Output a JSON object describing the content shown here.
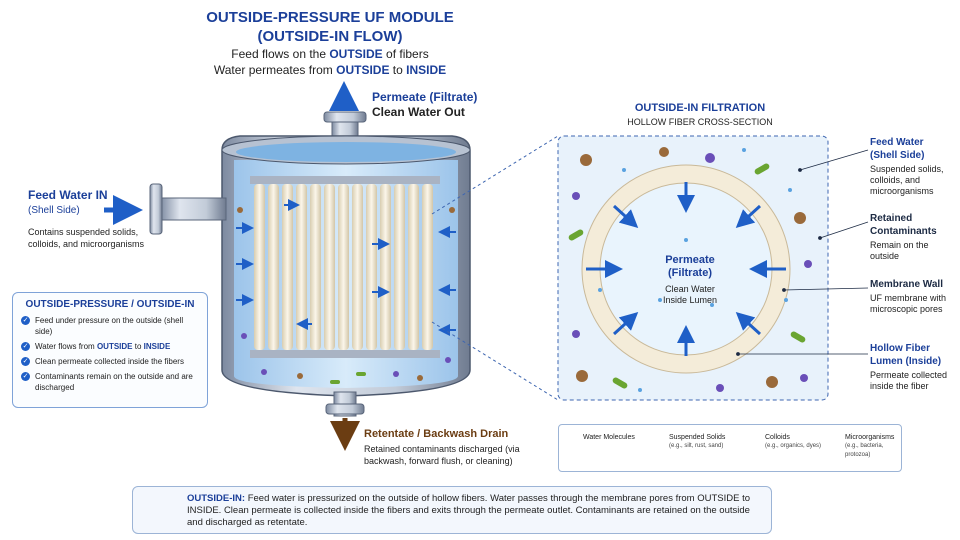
{
  "title": {
    "line1": "OUTSIDE-PRESSURE UF MODULE",
    "line2": "(OUTSIDE-IN FLOW)"
  },
  "subtitle": {
    "line1_pre": "Feed flows on the ",
    "line1_em": "OUTSIDE",
    "line1_post": " of fibers",
    "line2_pre": "Water permeates from ",
    "line2_em1": "OUTSIDE",
    "line2_mid": " to ",
    "line2_em2": "INSIDE"
  },
  "permeate_out": {
    "line1": "Permeate (Filtrate)",
    "line2": "Clean Water Out"
  },
  "feed_in": {
    "heading": "Feed Water IN",
    "sub": "(Shell Side)",
    "desc": "Contains suspended solids, colloids, and microorganisms"
  },
  "summary_box": {
    "heading": "OUTSIDE-PRESSURE / OUTSIDE-IN",
    "items": [
      {
        "text": "Feed under pressure on the outside (shell side)"
      },
      {
        "pre": "Water flows from ",
        "em1": "OUTSIDE",
        "mid": " to ",
        "em2": "INSIDE"
      },
      {
        "text": "Clean permeate collected inside the fibers"
      },
      {
        "text": "Contaminants remain on the outside and are discharged"
      }
    ]
  },
  "retentate": {
    "heading": "Retentate / Backwash Drain",
    "desc": "Retained contaminants discharged (via backwash, forward flush, or cleaning)"
  },
  "cross_section": {
    "title": "OUTSIDE-IN FILTRATION",
    "subtitle": "HOLLOW FIBER CROSS-SECTION",
    "center_heading1": "Permeate",
    "center_heading2": "(Filtrate)",
    "center_desc1": "Clean Water",
    "center_desc2": "Inside Lumen"
  },
  "right_labels": {
    "feed": {
      "h1": "Feed Water",
      "h2": "(Shell Side)",
      "desc": "Suspended solids, colloids, and microorganisms"
    },
    "retained": {
      "h1": "Retained",
      "h2": "Contaminants",
      "desc": "Remain on the outside"
    },
    "membrane": {
      "h1": "Membrane Wall",
      "desc": "UF membrane with microscopic pores"
    },
    "lumen": {
      "h1": "Hollow Fiber",
      "h2": "Lumen (Inside)",
      "desc": "Permeate collected inside the fiber"
    }
  },
  "legend": {
    "items": [
      {
        "label": "Water Molecules",
        "sub": "",
        "icon": "water-drop-icon"
      },
      {
        "label": "Suspended Solids",
        "sub": "(e.g., silt, rust, sand)",
        "icon": "solid-particle-icon"
      },
      {
        "label": "Colloids",
        "sub": "(e.g., organics, dyes)",
        "icon": "colloid-icon"
      },
      {
        "label": "Microorganisms",
        "sub": "(e.g., bacteria, protozoa)",
        "icon": "microorganism-icon"
      }
    ]
  },
  "footer": {
    "lead": "OUTSIDE-IN:",
    "text": "Feed water is pressurized on the outside of hollow fibers. Water passes through the membrane pores from OUTSIDE to INSIDE. Clean permeate is collected inside the fibers and exits through the permeate outlet. Contaminants are retained on the outside and discharged as retentate.",
    "icon": "shield-check-icon"
  },
  "colors": {
    "accent": "#1b3f99",
    "arrow": "#1f5fc7",
    "retentate": "#6b3d12",
    "fiber": "#efe6cf",
    "solid": "#9a6a3a",
    "colloid": "#6a4fb8",
    "microbe": "#6aa531"
  }
}
